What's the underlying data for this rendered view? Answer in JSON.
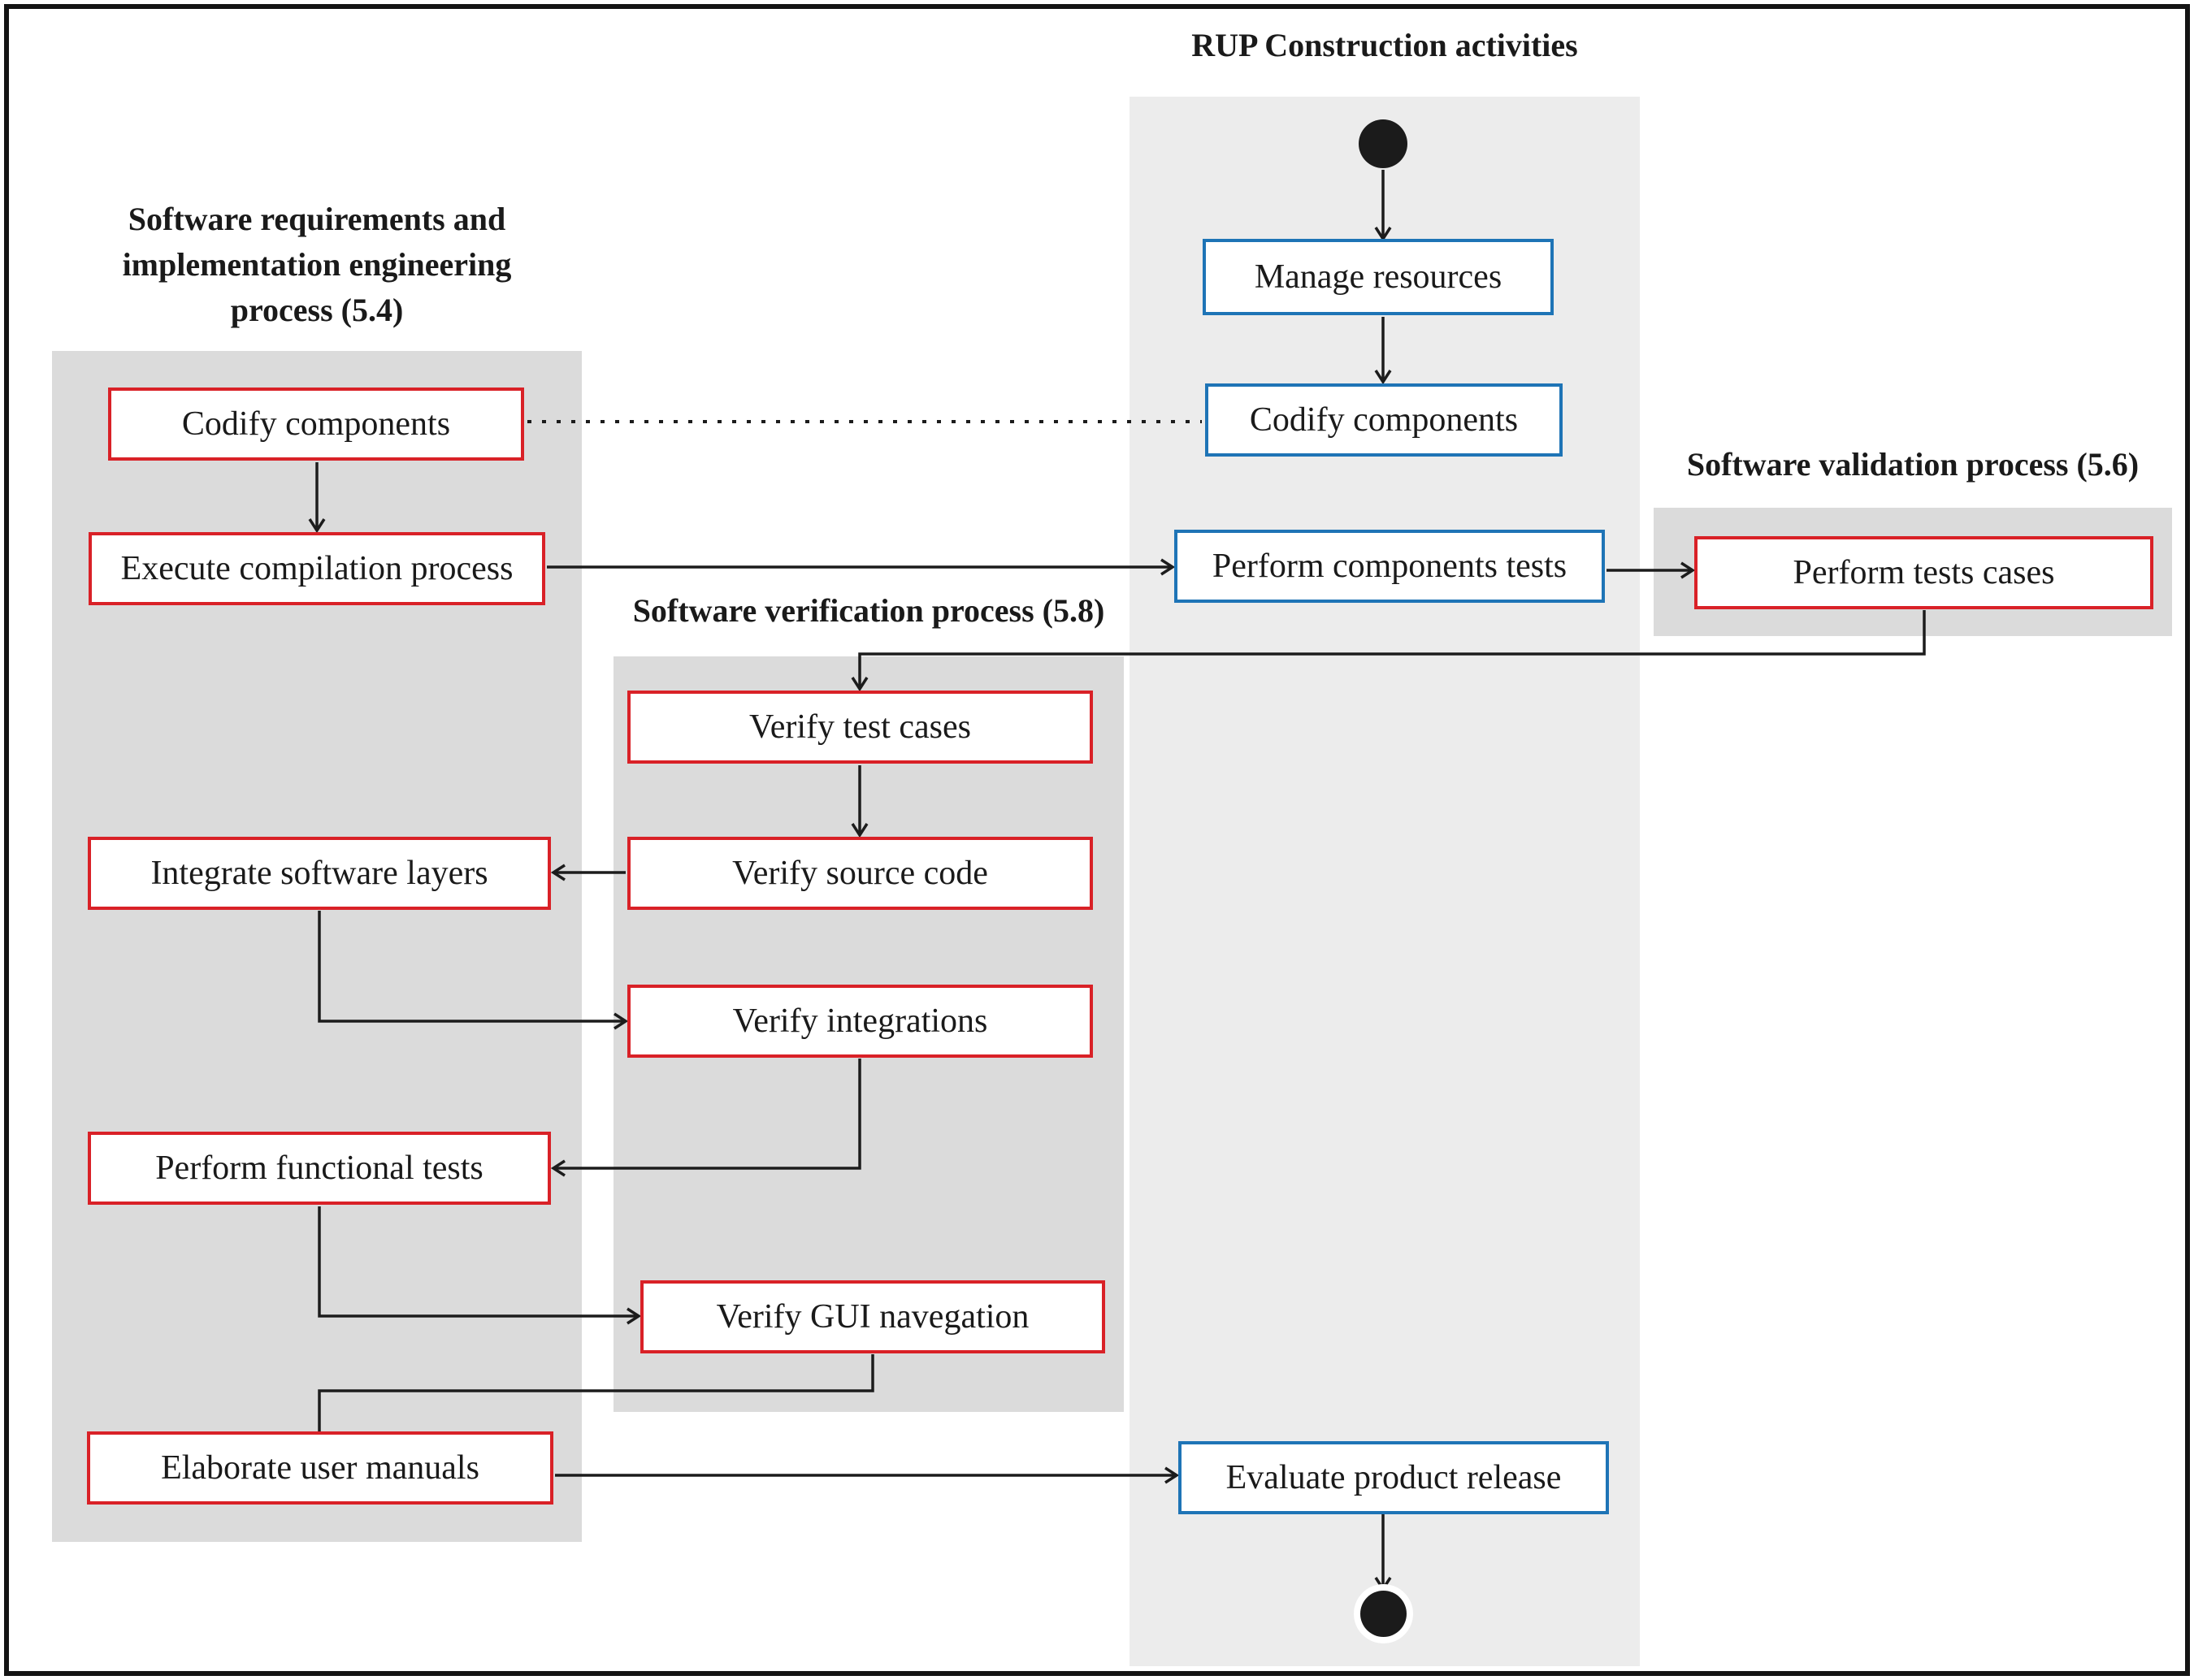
{
  "title": "RUP Construction activities",
  "panels": {
    "requirements": {
      "header_line1": "Software requirements and",
      "header_line2": "implementation engineering",
      "header_line3": "process (5.4)"
    },
    "verification": {
      "header": "Software verification process (5.8)"
    },
    "validation": {
      "header": "Software validation process (5.6)"
    }
  },
  "nodes": {
    "codify_components_req": "Codify components",
    "execute_compilation": "Execute compilation process",
    "integrate_layers": "Integrate software layers",
    "perform_functional": "Perform functional tests",
    "elaborate_manuals": "Elaborate user manuals",
    "verify_test_cases": "Verify test cases",
    "verify_source_code": "Verify source code",
    "verify_integrations": "Verify integrations",
    "verify_gui": "Verify GUI navegation",
    "manage_resources": "Manage resources",
    "codify_components_rup": "Codify components",
    "perform_components_tests": "Perform components tests",
    "evaluate_product_release": "Evaluate product release",
    "perform_tests_cases": "Perform tests cases"
  },
  "colors": {
    "rup_activity_border": "#1e74b6",
    "process_activity_border": "#d92127",
    "panel_gray": "#dbdbdb",
    "rup_panel_gray": "#ececec",
    "line_color": "#1c1c1c"
  }
}
